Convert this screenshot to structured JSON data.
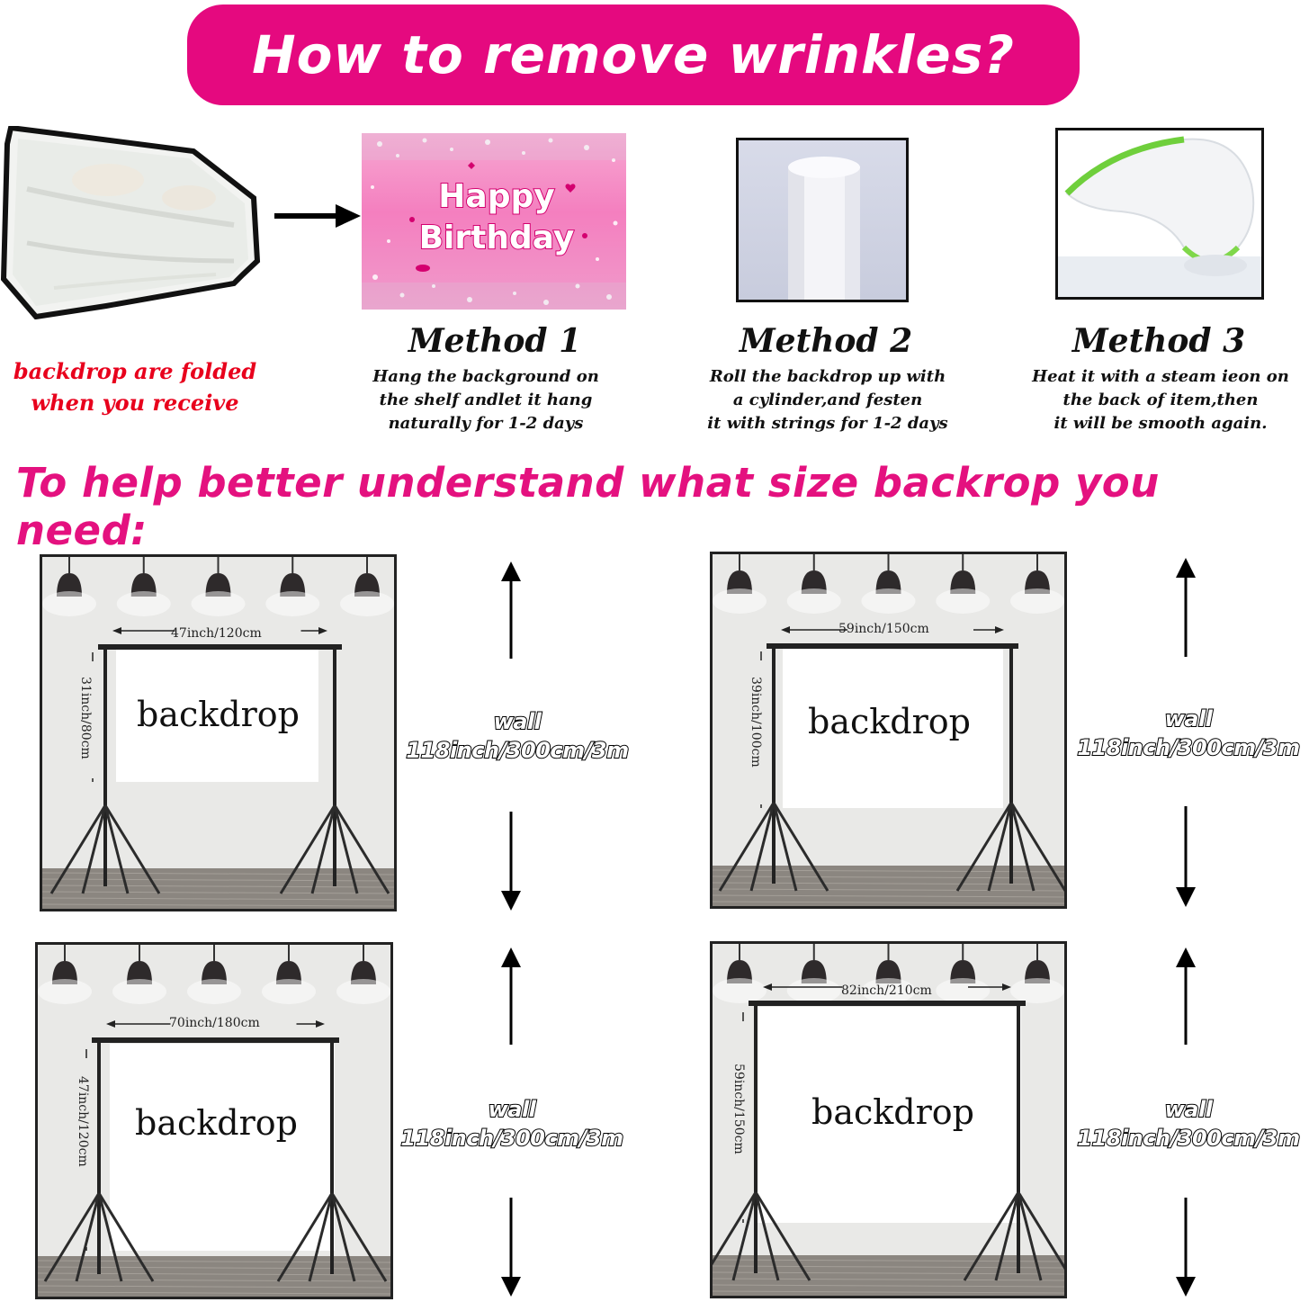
{
  "banner": {
    "title": "How to remove wrinkles?"
  },
  "folded": {
    "caption_line1": "backdrop are folded",
    "caption_line2": "when you receive"
  },
  "method1": {
    "title": "Method 1",
    "description": "Hang the background on\nthe shelf andlet it hang\nnaturally for 1-2 days",
    "card_text_line1": "Happy",
    "card_text_line2": "Birthday"
  },
  "method2": {
    "title": "Method 2",
    "description": "Roll the backdrop up with\na cylinder,and festen\nit with strings for 1-2 days"
  },
  "method3": {
    "title": "Method 3",
    "description": "Heat it with a steam ieon on\nthe back of item,then\nit will be smooth again."
  },
  "size_section": {
    "title": "To help better understand what size backrop you need:"
  },
  "scenes": [
    {
      "width_label": "47inch/120cm",
      "height_label": "31inch/80cm",
      "backdrop_label": "backdrop",
      "wall_label": "wall",
      "wall_size": "118inch/300cm/3m"
    },
    {
      "width_label": "59inch/150cm",
      "height_label": "39inch/100cm",
      "backdrop_label": "backdrop",
      "wall_label": "wall",
      "wall_size": "118inch/300cm/3m"
    },
    {
      "width_label": "70inch/180cm",
      "height_label": "47inch/120cm",
      "backdrop_label": "backdrop",
      "wall_label": "wall",
      "wall_size": "118inch/300cm/3m"
    },
    {
      "width_label": "82inch/210cm",
      "height_label": "59inch/150cm",
      "backdrop_label": "backdrop",
      "wall_label": "wall",
      "wall_size": "118inch/300cm/3m"
    }
  ],
  "colors": {
    "brand_pink": "#e6007e",
    "section_pink": "#e4117f",
    "caption_red": "#e8001c",
    "card_pink": "#f47fbf"
  }
}
